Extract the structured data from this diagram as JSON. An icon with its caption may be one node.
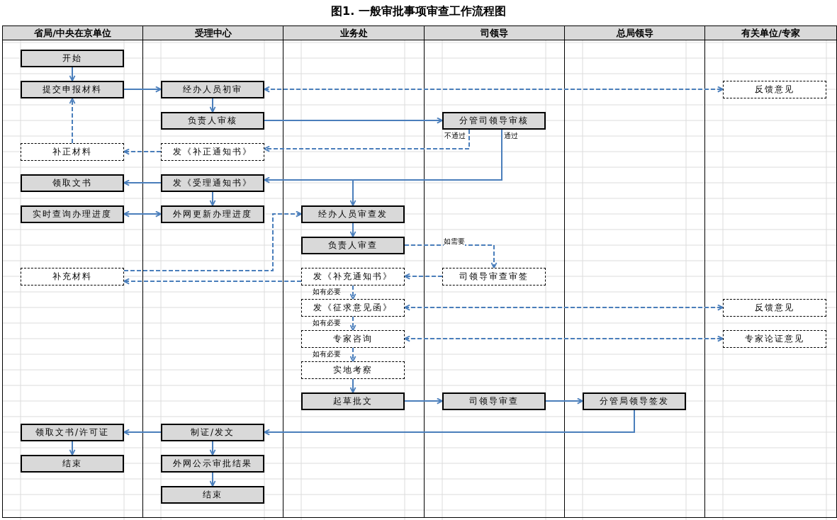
{
  "diagram": {
    "title": "图1. 一般审批事项审查工作流程图",
    "nodes": [
      {
        "text": [
          "开始"
        ]
      },
      {
        "text": [
          "提交申报材料"
        ]
      },
      {
        "text": [
          "经办人员初审"
        ]
      },
      {
        "text": [
          "反馈意见"
        ]
      },
      {
        "text": [
          "负责人审核"
        ]
      },
      {
        "text": [
          "分管司领导审核"
        ]
      },
      {
        "text": [
          "补正材料"
        ]
      },
      {
        "text": [
          "发《补正通知书》"
        ]
      },
      {
        "text": [
          "领取文书"
        ]
      },
      {
        "text": [
          "发《受理通知书》"
        ]
      },
      {
        "text": [
          "实时查询办理进度"
        ]
      },
      {
        "text": [
          "外网更新办理进度"
        ]
      },
      {
        "text": [
          "经办人员审查发"
        ]
      },
      {
        "text": [
          "负责人审查"
        ]
      },
      {
        "text": [
          "补充材料"
        ]
      },
      {
        "text": [
          "发《补充通知书》"
        ]
      },
      {
        "text": [
          "司领导审查审签"
        ]
      },
      {
        "text": [
          "发《征求意见函》"
        ]
      },
      {
        "text": [
          "反馈意见"
        ]
      },
      {
        "text": [
          "专家咨询"
        ]
      },
      {
        "text": [
          "专家论证意见"
        ]
      },
      {
        "text": [
          "实地考察"
        ]
      },
      {
        "text": [
          "起草批文"
        ]
      },
      {
        "text": [
          "司领导审查"
        ]
      },
      {
        "text": [
          "分管局领导签发"
        ]
      },
      {
        "text": [
          "领取文书/许可证"
        ]
      },
      {
        "text": [
          "制证/发文"
        ]
      },
      {
        "text": [
          "结束"
        ]
      },
      {
        "text": [
          "外网公示审批结果"
        ]
      },
      {
        "text": [
          "结束"
        ]
      }
    ],
    "edges": [
      {
        "from": 0,
        "to": 1,
        "arrow": "to"
      },
      {
        "from": 1,
        "to": 2,
        "arrow": "to"
      },
      {
        "from": 2,
        "to": 3,
        "arrow": "both",
        "style": "dashed"
      },
      {
        "from": 2,
        "to": 4,
        "arrow": "to"
      },
      {
        "from": 4,
        "to": 5,
        "arrow": "to"
      },
      {
        "from": 5,
        "to": 7,
        "arrow": "to",
        "style": "dashed",
        "label": "不通过"
      },
      {
        "from": 7,
        "to": 6,
        "arrow": "to",
        "style": "dashed"
      },
      {
        "from": 6,
        "to": 1,
        "arrow": "to",
        "style": "dashed"
      },
      {
        "from": 5,
        "to": 9,
        "arrow": "to",
        "label": "通过"
      },
      {
        "from": 5,
        "to": 12,
        "arrow": "to"
      },
      {
        "from": 9,
        "to": 8,
        "arrow": "to"
      },
      {
        "from": 9,
        "to": 11,
        "arrow": "to"
      },
      {
        "from": 10,
        "to": 11,
        "arrow": "both"
      },
      {
        "from": 14,
        "to": 12,
        "arrow": "to",
        "style": "dashed"
      },
      {
        "from": 12,
        "to": 13,
        "arrow": "to"
      },
      {
        "from": 13,
        "to": 16,
        "arrow": "to",
        "style": "dashed",
        "label": "如需要"
      },
      {
        "from": 16,
        "to": 15,
        "arrow": "to",
        "style": "dashed"
      },
      {
        "from": 15,
        "to": 14,
        "arrow": "to",
        "style": "dashed"
      },
      {
        "from": 15,
        "to": 17,
        "arrow": "to",
        "style": "dashed",
        "label": "如有必要"
      },
      {
        "from": 17,
        "to": 18,
        "arrow": "both",
        "style": "dashed"
      },
      {
        "from": 17,
        "to": 19,
        "arrow": "to",
        "style": "dashed",
        "label": "如有必要"
      },
      {
        "from": 19,
        "to": 20,
        "arrow": "both",
        "style": "dashed"
      },
      {
        "from": 19,
        "to": 21,
        "arrow": "to",
        "style": "dashed",
        "label": "如有必要"
      },
      {
        "from": 21,
        "to": 22,
        "arrow": "to"
      },
      {
        "from": 22,
        "to": 23,
        "arrow": "to"
      },
      {
        "from": 23,
        "to": 24,
        "arrow": "to"
      },
      {
        "from": 24,
        "to": 26,
        "arrow": "to"
      },
      {
        "from": 26,
        "to": 25,
        "arrow": "to"
      },
      {
        "from": 25,
        "to": 27,
        "arrow": "to"
      },
      {
        "from": 26,
        "to": 28,
        "arrow": "to"
      },
      {
        "from": 28,
        "to": 29,
        "arrow": "to"
      }
    ],
    "labels": [
      "省局/中央在京单位",
      "受理中心",
      "业务处",
      "司领导",
      "总局领导",
      "有关单位/专家"
    ]
  }
}
